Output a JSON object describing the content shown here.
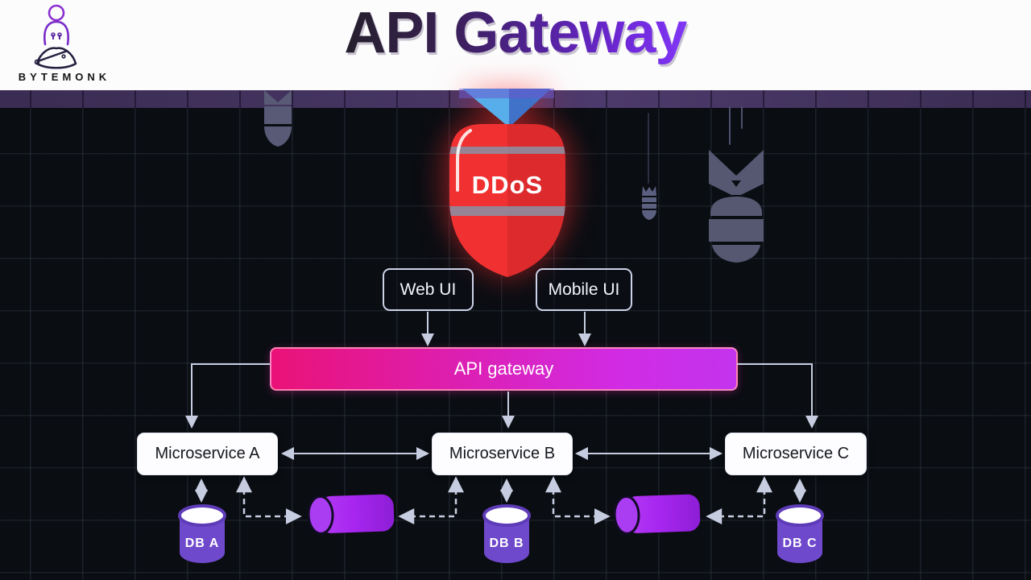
{
  "header": {
    "brand": "BYTEMONK",
    "title": "API Gateway"
  },
  "threat": {
    "label": "DDoS"
  },
  "clients": [
    {
      "label": "Web UI"
    },
    {
      "label": "Mobile UI"
    }
  ],
  "gateway": {
    "label": "API gateway"
  },
  "services": [
    {
      "label": "Microservice A"
    },
    {
      "label": "Microservice B"
    },
    {
      "label": "Microservice C"
    }
  ],
  "databases": [
    {
      "label": "DB A"
    },
    {
      "label": "DB B"
    },
    {
      "label": "DB C"
    }
  ],
  "icons": {
    "logo": "bytemonk-monk-logo",
    "threat": "ddos-bomb-icon",
    "decor": [
      "falling-bomb-icon",
      "falling-bomb-icon",
      "falling-bomb-icon"
    ],
    "queues": [
      "message-queue-cylinder",
      "message-queue-cylinder"
    ],
    "databases": "database-cylinder-icon"
  },
  "colors": {
    "header_bg": "#fcfcfd",
    "title_gradient_start": "#25202c",
    "title_gradient_end": "#8136f5",
    "strip_purple": "#463563",
    "canvas_bg": "#0a0d12",
    "bomb_red": "#f13131",
    "fin_blue": "#57aeea",
    "gateway_gradient_start": "#ea1277",
    "gateway_gradient_end": "#c334ee",
    "db_purple": "#6f49cc",
    "queue_purple": "#a826f0",
    "connector": "#c6cde0",
    "decor_bomb_gray": "#585a76"
  }
}
